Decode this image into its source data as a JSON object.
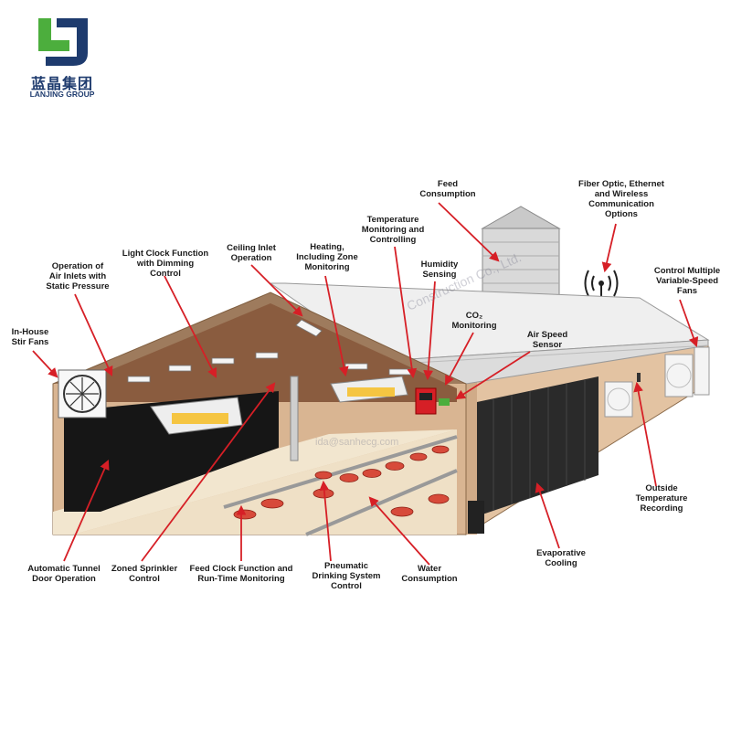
{
  "brand": {
    "name_cn": "蓝晶集团",
    "name_en": "LANJING GROUP",
    "logo_colors": {
      "green": "#4cae3d",
      "blue": "#1e3b6e"
    }
  },
  "watermarks": [
    "Construction Co., Ltd.",
    "ida@sanhecg.com"
  ],
  "colors": {
    "callout_line": "#d61f26",
    "wall": "#d9b592",
    "roof": "#eeeeee",
    "pad": "#2a2a2a",
    "litter": "#efe0c6"
  },
  "labels": {
    "in_house_stir_fans": [
      "In-House",
      "Stir Fans"
    ],
    "air_inlets": [
      "Operation of",
      "Air Inlets with",
      "Static Pressure"
    ],
    "light_clock": [
      "Light Clock Function",
      "with Dimming",
      "Control"
    ],
    "ceiling_inlet": [
      "Ceiling Inlet",
      "Operation"
    ],
    "heating": [
      "Heating,",
      "Including Zone",
      "Monitoring"
    ],
    "temperature": [
      "Temperature",
      "Monitoring and",
      "Controlling"
    ],
    "feed_consumption": [
      "Feed",
      "Consumption"
    ],
    "humidity": [
      "Humidity",
      "Sensing"
    ],
    "co2": [
      "CO₂",
      "Monitoring"
    ],
    "air_speed": [
      "Air Speed",
      "Sensor"
    ],
    "fiber_optic": [
      "Fiber Optic, Ethernet",
      "and Wireless",
      "Communication",
      "Options"
    ],
    "variable_fans": [
      "Control Multiple",
      "Variable-Speed",
      "Fans"
    ],
    "outside_temp": [
      "Outside",
      "Temperature",
      "Recording"
    ],
    "evaporative": [
      "Evaporative",
      "Cooling"
    ],
    "water": [
      "Water",
      "Consumption"
    ],
    "pneumatic": [
      "Pneumatic",
      "Drinking System",
      "Control"
    ],
    "feed_clock": [
      "Feed Clock Function and",
      "Run-Time Monitoring"
    ],
    "sprinkler": [
      "Zoned Sprinkler",
      "Control"
    ],
    "tunnel_door": [
      "Automatic Tunnel",
      "Door Operation"
    ]
  }
}
